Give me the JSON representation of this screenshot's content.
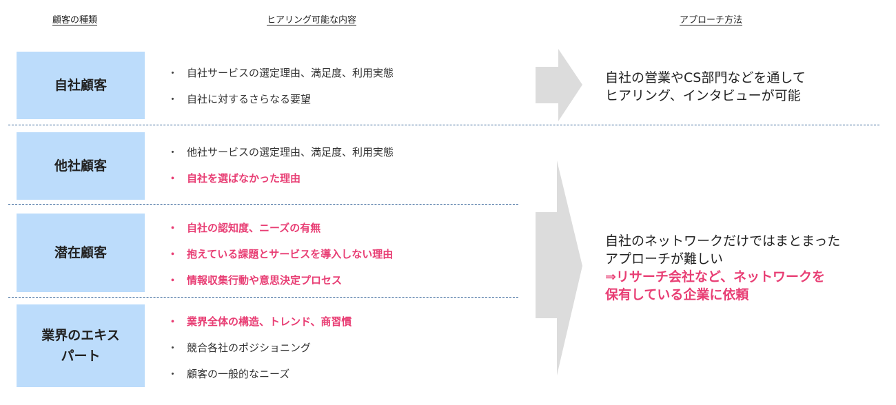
{
  "headers": {
    "customer_type": "顧客の種類",
    "hearing_content": "ヒアリング可能な内容",
    "approach_method": "アプローチ方法"
  },
  "colors": {
    "category_box": "#bcdcfb",
    "highlight": "#e83e74",
    "separator": "#2f5f95",
    "arrow": "#dcdcdc"
  },
  "rows": [
    {
      "category": "自社顧客",
      "items": [
        {
          "text": "自社サービスの選定理由、満足度、利用実態",
          "highlight": false
        },
        {
          "text": "自社に対するさらなる要望",
          "highlight": false
        }
      ]
    },
    {
      "category": "他社顧客",
      "items": [
        {
          "text": "他社サービスの選定理由、満足度、利用実態",
          "highlight": false
        },
        {
          "text": "自社を選ばなかった理由",
          "highlight": true
        }
      ]
    },
    {
      "category": "潜在顧客",
      "items": [
        {
          "text": "自社の認知度、ニーズの有無",
          "highlight": true
        },
        {
          "text": "抱えている課題とサービスを導入しない理由",
          "highlight": true
        },
        {
          "text": "情報収集行動や意思決定プロセス",
          "highlight": true
        }
      ]
    },
    {
      "category_line1": "業界のエキス",
      "category_line2": "パート",
      "items": [
        {
          "text": "業界全体の構造、トレンド、商習慣",
          "highlight": true
        },
        {
          "text": "競合各社のポジショニング",
          "highlight": false
        },
        {
          "text": "顧客の一般的なニーズ",
          "highlight": false
        }
      ]
    }
  ],
  "bullet": "・",
  "approaches": {
    "own": {
      "line1": "自社の営業やCS部門などを通して",
      "line2": "ヒアリング、インタビューが可能"
    },
    "external": {
      "line1": "自社のネットワークだけではまとまった",
      "line2": "アプローチが難しい",
      "line3": "⇒リサーチ会社など、ネットワークを",
      "line4": "保有している企業に依頼"
    }
  }
}
